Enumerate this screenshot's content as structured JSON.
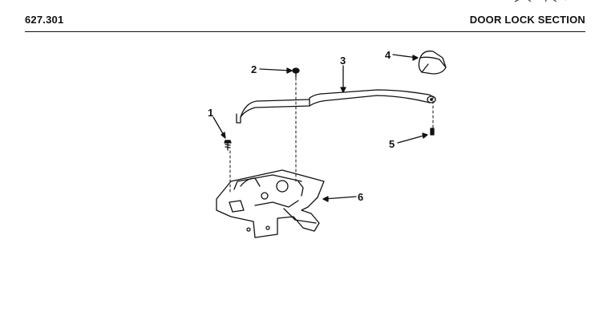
{
  "header": {
    "model_number": "627.301",
    "section_title": "DOOR LOCK SECTION"
  },
  "callouts": [
    {
      "id": "1",
      "label": "1"
    },
    {
      "id": "2",
      "label": "2"
    },
    {
      "id": "3",
      "label": "3"
    },
    {
      "id": "4",
      "label": "4"
    },
    {
      "id": "5",
      "label": "5"
    },
    {
      "id": "6",
      "label": "6"
    }
  ],
  "icons": {
    "screw": "screw-icon",
    "rod": "lock-rod-icon",
    "knob": "handle-knob-icon",
    "latch": "latch-assembly-icon"
  }
}
